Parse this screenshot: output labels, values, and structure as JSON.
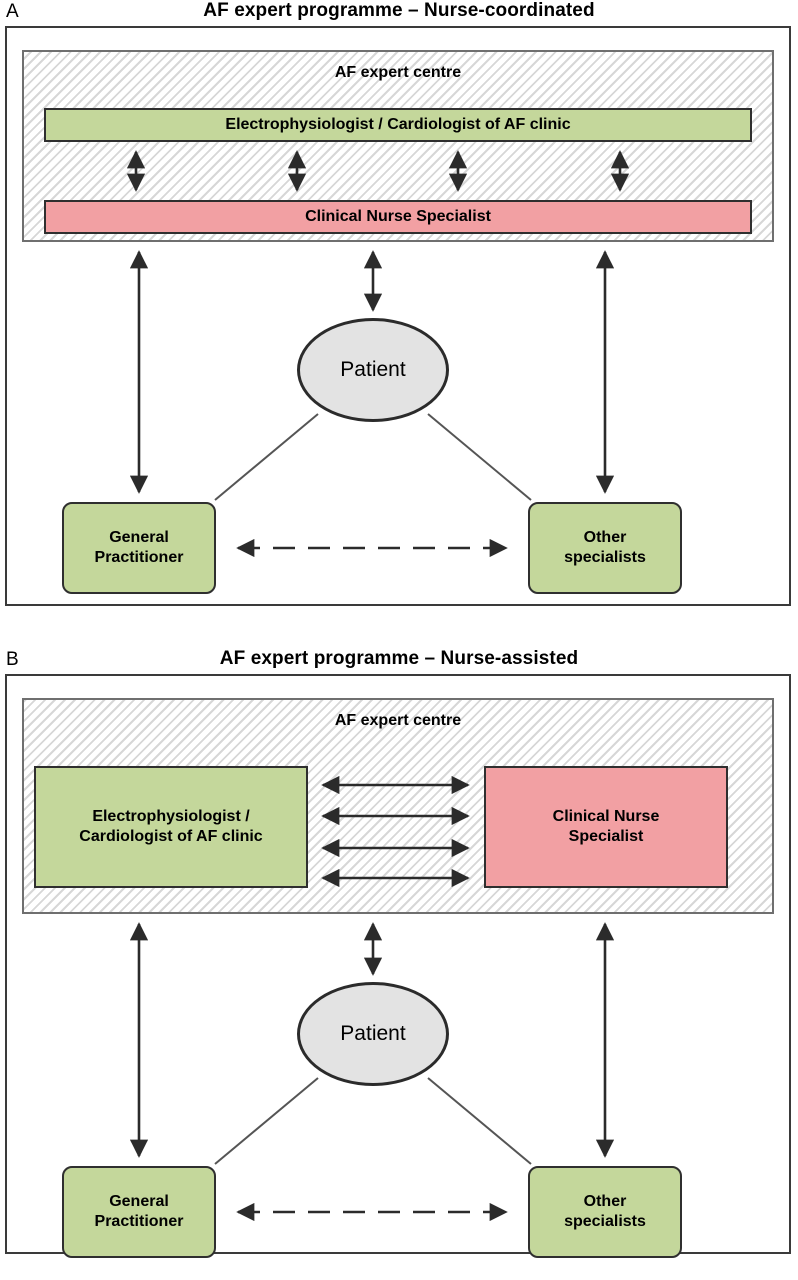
{
  "figure": {
    "panels": [
      {
        "letter": "A",
        "title": "AF expert programme – Nurse-coordinated",
        "centre_label": "AF expert centre",
        "boxes": {
          "physician": "Electrophysiologist / Cardiologist of AF clinic",
          "nurse": "Clinical Nurse Specialist",
          "patient": "Patient",
          "gp_line1": "General",
          "gp_line2": "Practitioner",
          "other_line1": "Other",
          "other_line2": "specialists"
        }
      },
      {
        "letter": "B",
        "title": "AF expert programme – Nurse-assisted",
        "centre_label": "AF expert centre",
        "boxes": {
          "physician_line1": "Electrophysiologist /",
          "physician_line2": "Cardiologist of AF clinic",
          "nurse_line1": "Clinical Nurse",
          "nurse_line2": "Specialist",
          "patient": "Patient",
          "gp_line1": "General",
          "gp_line2": "Practitioner",
          "other_line1": "Other",
          "other_line2": "specialists"
        }
      }
    ],
    "colors": {
      "green_box": "#c4d79b",
      "red_box": "#f2a0a3",
      "patient_fill": "#e3e3e3",
      "outline": "#2f2f2f",
      "hatch": "#d7d7d7"
    }
  }
}
